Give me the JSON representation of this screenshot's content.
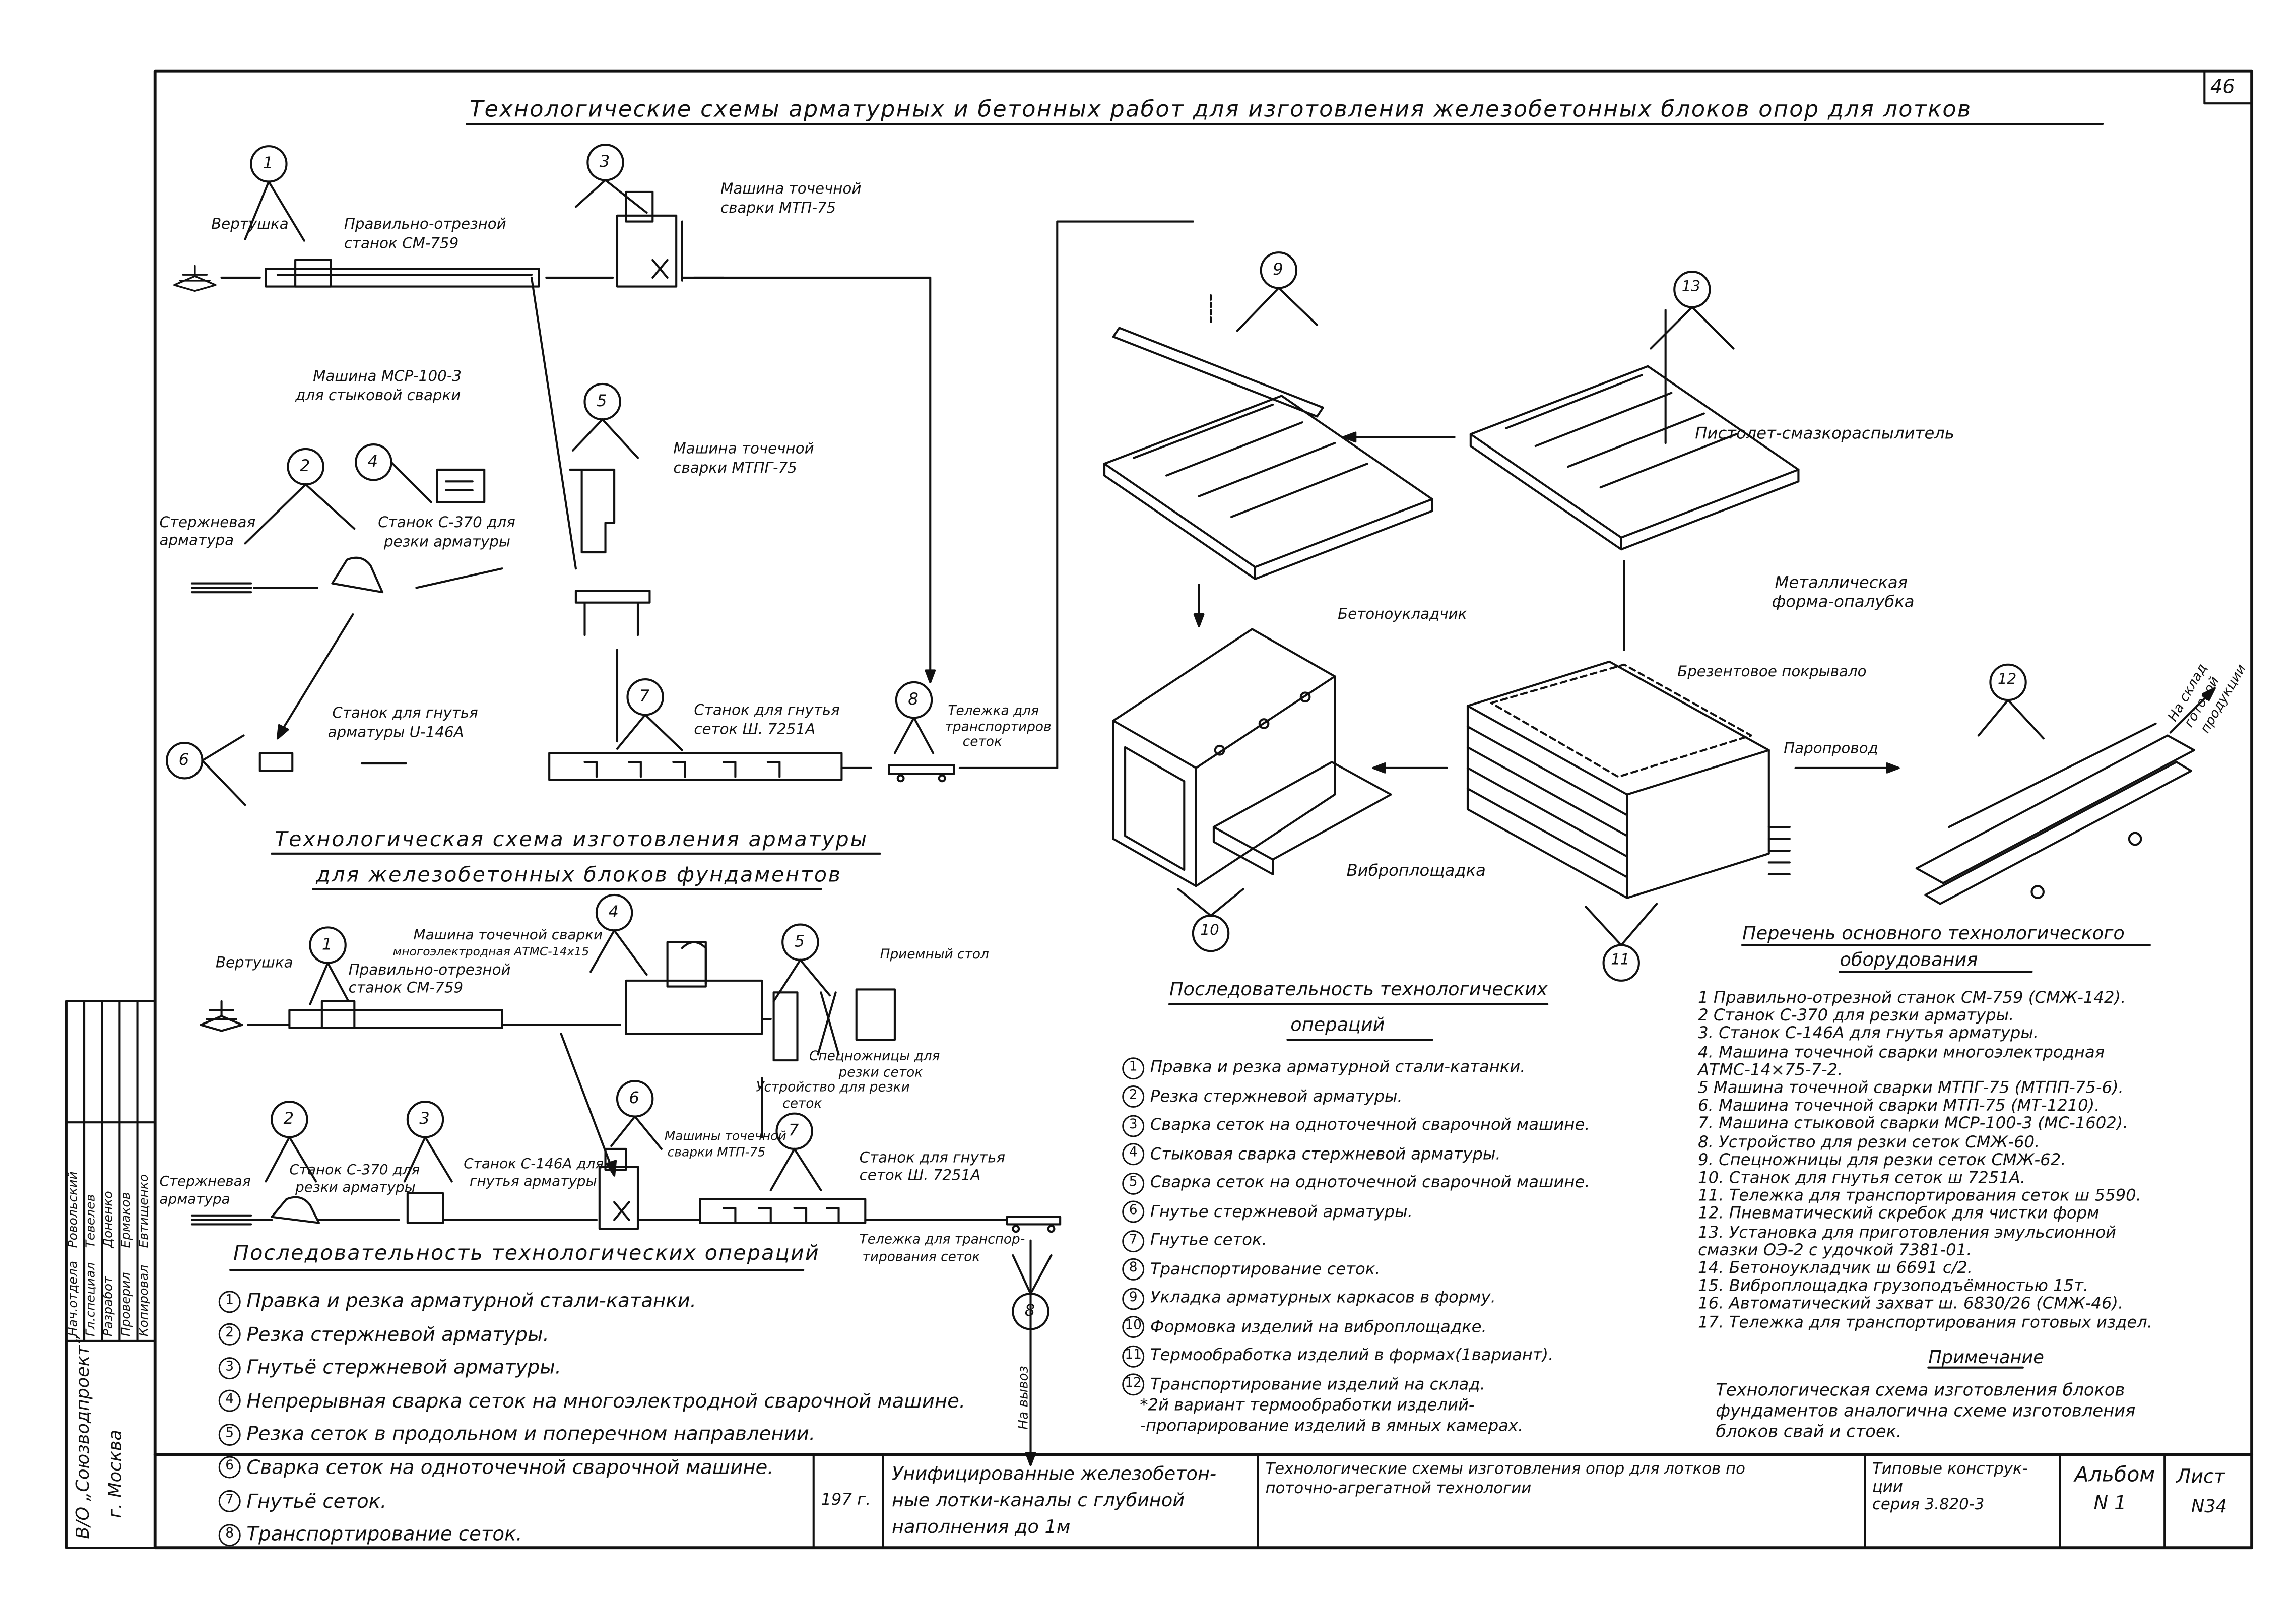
{
  "sheet": {
    "corner_number": "46",
    "main_title": "Технологические схемы арматурных и бетонных работ для изготовления железобетонных блоков опор для лотков",
    "sub_title_line1": "Технологическая схема изготовления арматуры",
    "sub_title_line2": "для железобетонных блоков фундаментов"
  },
  "top_scheme": {
    "callouts": [
      "1",
      "2",
      "3",
      "4",
      "5",
      "6",
      "7",
      "8"
    ],
    "labels": {
      "vertushka": "Вертушка",
      "pravilno": "Правильно-отрезной",
      "stanok_sm": "станок СМ-759",
      "mashina_tochechnoy": "Машина точечной",
      "svarki_mtp": "сварки МТП-75",
      "mashina_msr": "Машина МСР-100-3",
      "dlya_styk": "для стыковой сварки",
      "sterzhnevaya": "Стержневая",
      "armatura": "арматура",
      "stanok_s370": "Станок С-370 для",
      "rezki_arm": "резки арматуры",
      "mashina_mtpg": "Машина точечной",
      "svarki_mtpg": "сварки МТПГ-75",
      "stanok_gnut": "Станок для гнутья",
      "armatury_u": "арматуры U-146А",
      "stanok_gnut_setok": "Станок для гнутья",
      "setok_sh": "сеток Ш. 7251А",
      "telezhka": "Тележка для",
      "transport": "транспортиров",
      "setok": "сеток"
    }
  },
  "concrete_scheme": {
    "callouts": [
      "9",
      "10",
      "11",
      "12",
      "13"
    ],
    "labels": {
      "pistolet": "Пистолет-смазкораспылитель",
      "metall": "Металлическая",
      "forma": "форма-опалубка",
      "betonoukl": "Бетоноукладчик",
      "vibro": "Виброплощадка",
      "brezent": "Брезентовое покрывало",
      "paroprovod": "Паропровод",
      "na_sklad_1": "На склад",
      "na_sklad_2": "готовой",
      "na_sklad_3": "продукции"
    }
  },
  "bottom_scheme": {
    "callouts": [
      "1",
      "2",
      "3",
      "4",
      "5",
      "6",
      "7",
      "8"
    ],
    "labels": {
      "vertushka": "Вертушка",
      "pravilno": "Правильно-отрезной",
      "stanok_sm": "станок СМ-759",
      "mashina_atms_1": "Машина точечной сварки",
      "mashina_atms_2": "многоэлектродная АТМС-14х15",
      "priemny": "Приемный стол",
      "specnozh_1": "Спецножницы для",
      "specnozh_2": "резки сеток",
      "ustr_1": "Устройство для резки",
      "ustr_2": "сеток",
      "sterzhnevaya": "Стержневая",
      "armatura": "арматура",
      "stanok_s370": "Станок С-370 для",
      "rezki_arm": "резки арматуры",
      "stanok_s146_1": "Станок С-146А для",
      "stanok_s146_2": "гнутья арматуры",
      "mashiny_1": "Машины точечной",
      "mashiny_2": "сварки МТП-75",
      "stanok_gnut_1": "Станок для гнутья",
      "stanok_gnut_2": "сеток Ш. 7251А",
      "telezhka_1": "Тележка для транспор-",
      "telezhka_2": "тирования сеток",
      "na_vyvoz": "На вывоз"
    }
  },
  "ops_bottom": {
    "title": "Последовательность технологических операций",
    "items": [
      {
        "n": "1",
        "text": "Правка и резка арматурной стали-катанки."
      },
      {
        "n": "2",
        "text": "Резка стержневой арматуры."
      },
      {
        "n": "3",
        "text": "Гнутьё стержневой арматуры."
      },
      {
        "n": "4",
        "text": "Непрерывная сварка сеток на многоэлектродной сварочной машине."
      },
      {
        "n": "5",
        "text": "Резка сеток в продольном и поперечном направлении."
      },
      {
        "n": "6",
        "text": "Сварка сеток на одноточечной сварочной машине."
      },
      {
        "n": "7",
        "text": "Гнутьё сеток."
      },
      {
        "n": "8",
        "text": "Транспортирование сеток."
      }
    ]
  },
  "ops_middle": {
    "title_1": "Последовательность технологических",
    "title_2": "операций",
    "items": [
      {
        "n": "1",
        "text": "Правка и резка арматурной стали-катанки."
      },
      {
        "n": "2",
        "text": "Резка стержневой арматуры."
      },
      {
        "n": "3",
        "text": "Сварка сеток на одноточечной сварочной машине."
      },
      {
        "n": "4",
        "text": "Стыковая сварка стержневой арматуры."
      },
      {
        "n": "5",
        "text": "Сварка сеток на одноточечной сварочной машине."
      },
      {
        "n": "6",
        "text": "Гнутье стержневой арматуры."
      },
      {
        "n": "7",
        "text": "Гнутье сеток."
      },
      {
        "n": "8",
        "text": "Транспортирование сеток."
      },
      {
        "n": "9",
        "text": "Укладка арматурных каркасов в форму."
      },
      {
        "n": "10",
        "text": "Формовка изделий на виброплощадке."
      },
      {
        "n": "11",
        "text": "Термообработка изделий в формах(1вариант)."
      },
      {
        "n": "12",
        "text": "Транспортирование изделий на склад."
      }
    ],
    "note_1": "*2й вариант термообработки изделий-",
    "note_2": "-пропарирование изделий в ямных камерах."
  },
  "equipment": {
    "title_1": "Перечень основного технологического",
    "title_2": "оборудования",
    "items": [
      "1  Правильно-отрезной станок СМ-759 (СМЖ-142).",
      "2  Станок С-370 для резки арматуры.",
      "3. Станок С-146А для гнутья арматуры.",
      "4. Машина точечной сварки многоэлектродная",
      "    АТМС-14×75-7-2.",
      "5  Машина точечной сварки МТПГ-75 (МТПП-75-6).",
      "6. Машина точечной сварки МТП-75 (МТ-1210).",
      "7. Машина стыковой сварки МСР-100-3 (МС-1602).",
      "8. Устройство для резки сеток СМЖ-60.",
      "9. Спецножницы для резки сеток СМЖ-62.",
      "10. Станок для гнутья сеток ш 7251А.",
      "11. Тележка для транспортирования сеток ш 5590.",
      "12. Пневматический скребок для чистки форм",
      "13. Установка для приготовления эмульсионной",
      "     смазки ОЭ-2 с удочкой 7381-01.",
      "14. Бетоноукладчик ш 6691 с/2.",
      "15. Виброплощадка грузоподъёмностью 15т.",
      "16. Автоматический захват ш. 6830/26 (СМЖ-46).",
      "17. Тележка для транспортирования готовых издел."
    ],
    "note_title": "Примечание",
    "note_1": "Технологическая схема изготовления блоков",
    "note_2": "фундаментов аналогична схеме изготовления",
    "note_3": "блоков свай и стоек."
  },
  "stamp": {
    "org_1": "В/О „Союзводпроект”",
    "org_2": "г. Москва",
    "roles": [
      "Нач.отдела",
      "Гл.специал",
      "Разработ",
      "Проверил",
      "Копировал"
    ],
    "names": [
      "Ровольский",
      "Тевелев",
      "Доненко",
      "Ермаков",
      "Евтищенко"
    ],
    "year": "197 г.",
    "doc_1": "Унифицированные железобетон-",
    "doc_2": "ные лотки-каналы с глубиной",
    "doc_3": "наполнения до 1м",
    "sheet_desc_1": "Технологические схемы изготовления опор для лотков по",
    "sheet_desc_2": "поточно-агрегатной технологии",
    "typ_1": "Типовые конструк-",
    "typ_2": "ции",
    "typ_3": "серия 3.820-3",
    "album_label": "Альбом",
    "album_no": "N 1",
    "list_label": "Лист",
    "list_no": "N34"
  }
}
